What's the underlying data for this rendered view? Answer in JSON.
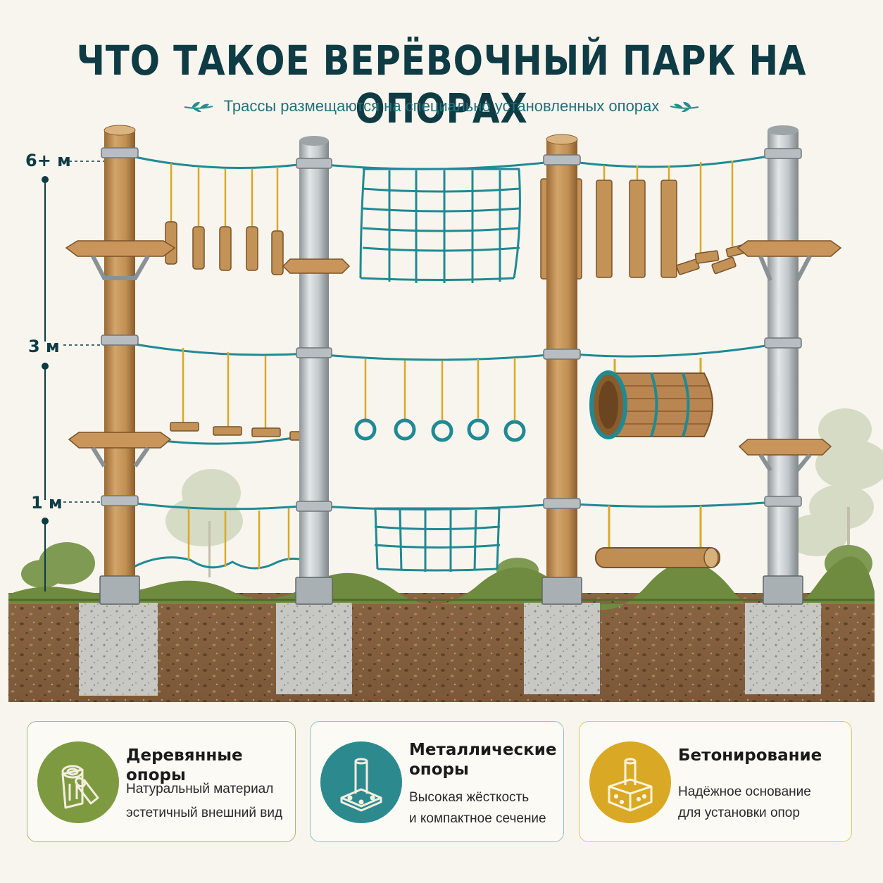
{
  "title": "ЧТО ТАКОЕ ВЕРЁВОЧНЫЙ ПАРК НА ОПОРАХ",
  "subtitle": "Трассы размещаются на специально установленных опорах",
  "height_labels": [
    "6+ м",
    "3 м",
    "1 м"
  ],
  "colors": {
    "title": "#0f3b44",
    "accent_green": "#7d9a40",
    "accent_teal": "#2c8a8f",
    "accent_gold": "#d9a925",
    "rope": "#1f8a93",
    "wood": "#b98a4e",
    "metal": "#b5bbbf",
    "soil": "#7a5a3a"
  },
  "cards": [
    {
      "icon": "wood-log-icon",
      "title": "Деревянные опоры",
      "lines": [
        "Натуральный материал",
        "эстетичный внешний вид"
      ]
    },
    {
      "icon": "metal-pole-icon",
      "title": "Металлические опоры",
      "lines": [
        "Высокая жёсткость",
        "и компактное сечение"
      ]
    },
    {
      "icon": "concrete-base-icon",
      "title": "Бетонирование",
      "lines": [
        "Надёжное основание",
        "для установки опор"
      ]
    }
  ]
}
